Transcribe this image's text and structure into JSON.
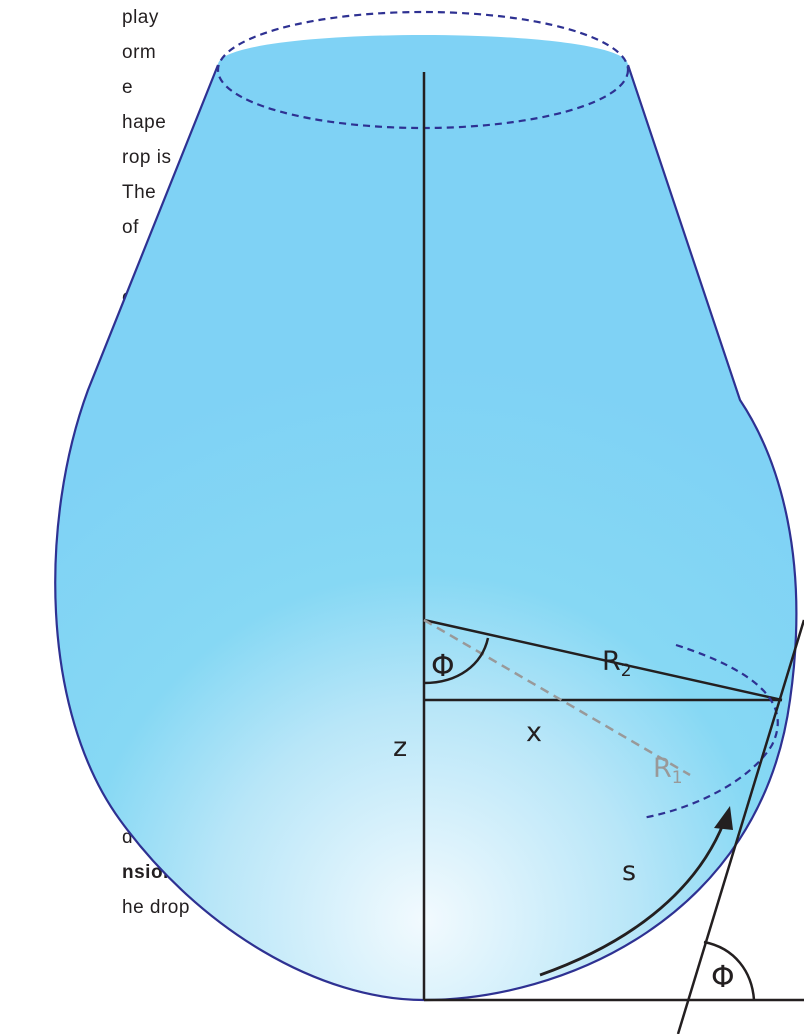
{
  "text_fragments": {
    "line1": "play",
    "line2": "orm",
    "line3": "e",
    "line4": "hape",
    "line5": "rop is",
    "line6": "The",
    "line7": "of",
    "line8": "c",
    "line9": "d by a",
    "line10": "nsion",
    "line11": "he drop"
  },
  "labels": {
    "phi_center": "Φ",
    "r2_main": "R",
    "r2_sub": "2",
    "x": "x",
    "r1_main": "R",
    "r1_sub": "1",
    "z": "z",
    "s": "s",
    "phi_tangent": "Φ"
  },
  "colors": {
    "drop_light": "#eaf6fd",
    "drop_mid": "#86d8f4",
    "drop_edge": "#7fd4f5",
    "outline": "#2e3192",
    "axis": "#231f20",
    "r1_dashed": "#999999"
  }
}
